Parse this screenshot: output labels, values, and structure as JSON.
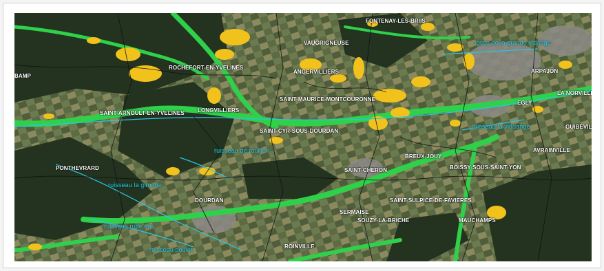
{
  "map": {
    "colors": {
      "forest_dark": "#23331f",
      "farmland": "#5d6b45",
      "farmland_light": "#8a8a5e",
      "urban": "#8c8a86",
      "corridor": "#2fd14a",
      "yellow_patch": "#f2c21c",
      "stream": "#29c5e6",
      "boundary": "#111111"
    },
    "towns": [
      {
        "name": "FONTENAY-LES-BRIIS"
      },
      {
        "name": "VAUGRIGNEUSE"
      },
      {
        "name": "ROCHEFORT-EN-YVELINES"
      },
      {
        "name": "ANGERVILLIERS"
      },
      {
        "name": "ARPAJON"
      },
      {
        "name": "LA NORVILLE"
      },
      {
        "name": "SAINT-MAURICE-MONTCOURONNE"
      },
      {
        "name": "EGLY"
      },
      {
        "name": "SAINT-ARNOULT-EN-YVELINES"
      },
      {
        "name": "LONGVILLIERS"
      },
      {
        "name": "SAINT-CYR-SOUS-DOURDAN"
      },
      {
        "name": "GUIBEVILLE"
      },
      {
        "name": "AVRAINVILLE"
      },
      {
        "name": "BREUX-JOUY"
      },
      {
        "name": "PONTHEVRARD"
      },
      {
        "name": "SAINT-CHERON"
      },
      {
        "name": "BOISSY-SOUS-SAINT-YON"
      },
      {
        "name": "DOURDAN"
      },
      {
        "name": "SAINT-SULPICE-DE-FAVIERES"
      },
      {
        "name": "SERMAISE"
      },
      {
        "name": "SOUZY-LA-BRICHE"
      },
      {
        "name": "MAUCHAMPS"
      },
      {
        "name": "ROINVILLE"
      },
      {
        "name": "BAMP"
      }
    ],
    "streams": [
      {
        "name": "fosse de la grande vidange"
      },
      {
        "name": "ruisseau la viddange"
      },
      {
        "name": "ruisseau de rouillon"
      },
      {
        "name": "ruisseau la gironde"
      },
      {
        "name": "ruisseau rude eau"
      },
      {
        "name": "ruisseau poulet"
      }
    ]
  }
}
